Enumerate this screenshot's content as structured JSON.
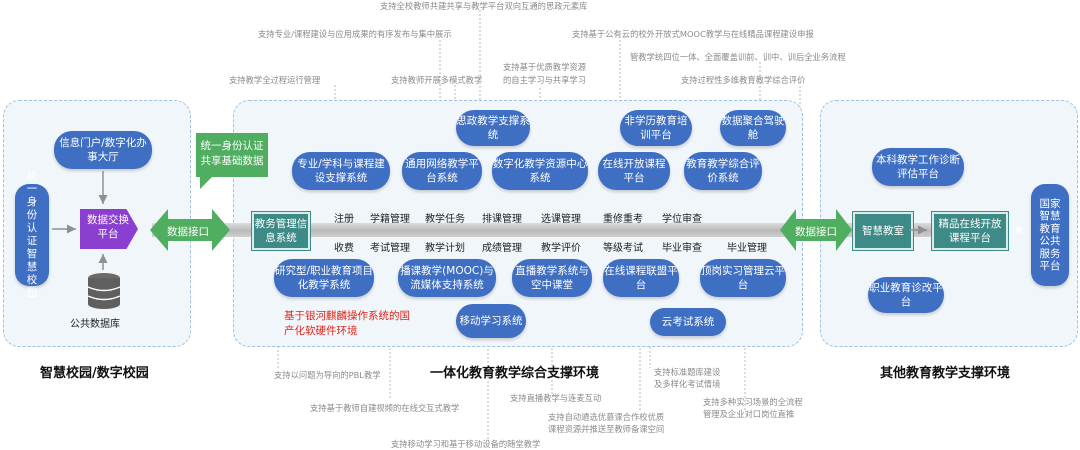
{
  "top_notes": [
    "支持全校教师共建共享与教学平台双向互通的思政元素库",
    "支持专业/课程建设与应用成果的有序发布与集中展示",
    "支持基于公有云的校外开放式MOOC教学与在线精品课程建设申报",
    "管教学统四位一体、全面覆盖训前、训中、训后全业务流程",
    "支持基于优质教学资源",
    "的自主学习与共享学习",
    "支持教师开展多模式教学",
    "支持过程性多维教育教学综合评价",
    "支持教学全过程运行管理"
  ],
  "bottom_notes": [
    "支持以问题为导向的PBL教学",
    "支持基于教师自建视频的在线交互式教学",
    "支持直播教学与连麦互动",
    "支持移动学习和基于移动设备的随堂教学",
    "支持自动遴选优慕课合作校优质",
    "课程资源并推送至教师备课空间",
    "支持标准题库建设",
    "及多样化考试情境",
    "支持多种实习场景的全流程",
    "管理及企业对口岗位直推"
  ],
  "left": {
    "campus_id": "统一身份认证智慧校园",
    "info_portal": "信息门户/数字化办事大厅",
    "exchange": "数据交换平台",
    "db_label": "公共数据库",
    "title": "智慧校园/数字校园"
  },
  "interface_label": "数据接口",
  "auth_label": "统一身份认证共享基础数据",
  "middle": {
    "title": "一体化教育教学综合支撑环境",
    "teaching_mgmt": "教务管理信息系统",
    "top_pills": {
      "ideology": "思政教学支撑系统",
      "nonedu": "非学历教育培训平台",
      "datahub": "数据聚合驾驶舱",
      "major": "专业/学科与课程建设支撑系统",
      "general": "通用网络教学平台系统",
      "resource": "数字化教学资源中心系统",
      "online_open": "在线开放课程平台",
      "evaluation": "教育教学综合评价系统"
    },
    "bottom_pills": {
      "research": "研究型/职业教育项目化教学系统",
      "mooc": "播课教学(MOOC)与流媒体支持系统",
      "live": "直播教学系统与空中课堂",
      "alliance": "在线课程联盟平台",
      "internship": "顶岗实习管理云平台",
      "mobile": "移动学习系统",
      "cloud_exam": "云考试系统"
    },
    "stages_top": [
      "注册",
      "学籍管理",
      "教学任务",
      "排课管理",
      "选课管理",
      "重修重考",
      "学位审查"
    ],
    "stages_bottom": [
      "收费",
      "考试管理",
      "教学计划",
      "成绩管理",
      "教学评价",
      "等级考试",
      "毕业审查",
      "毕业管理"
    ],
    "highlight": "基于银河麒麟操作系统的国产化软硬件环境"
  },
  "right": {
    "title": "其他教育教学支撑环境",
    "smart_class": "智慧教室",
    "quality_course": "精品在线开放课程平台",
    "undergrad": "本科教学工作诊断评估平台",
    "vocational": "职业教育诊改平台",
    "national": "国家智慧教育公共服务平台"
  },
  "colors": {
    "pill": "#3f6fc2",
    "teal": "#3e8a86",
    "green": "#4fae5f",
    "purple": "#8b3fd0",
    "panel": "#f1f6fb",
    "highlight": "#e0261b"
  }
}
